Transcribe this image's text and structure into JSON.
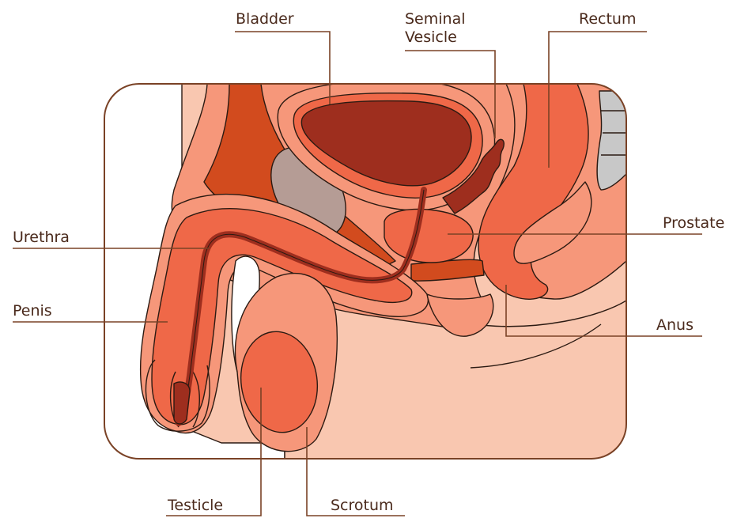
{
  "labels": {
    "bladder": "Bladder",
    "seminal_vesicle_line1": "Seminal",
    "seminal_vesicle_line2": "Vesicle",
    "rectum": "Rectum",
    "prostate": "Prostate",
    "urethra": "Urethra",
    "penis": "Penis",
    "anus": "Anus",
    "testicle": "Testicle",
    "scrotum": "Scrotum"
  },
  "colors": {
    "frame": "#7a4226",
    "leader": "#7a4226",
    "outline": "#2b1a12",
    "skin": "#f9c7b0",
    "tissue_light": "#f6977a",
    "tissue_mid": "#ef6848",
    "tissue_dark": "#d24b1e",
    "bladder_fill": "#9e2e1e",
    "pubic_bone": "#b59c95",
    "spine": "#c8c8c8"
  }
}
